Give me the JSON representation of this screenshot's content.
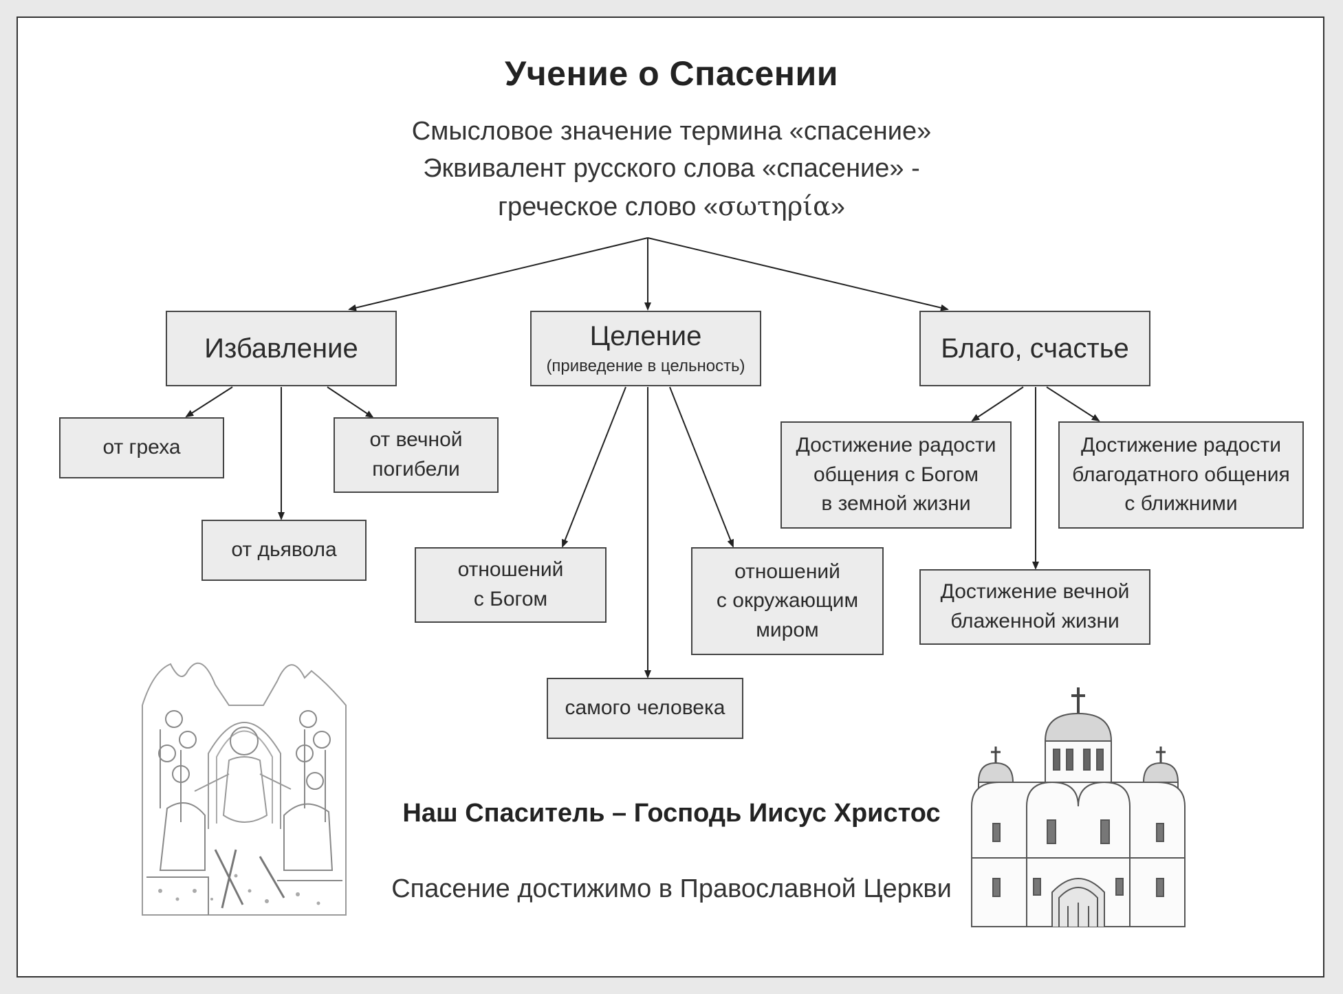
{
  "title": "Учение о Спасении",
  "subtitle_lines": [
    "Смысловое значение термина «спасение»",
    "Эквивалент русского слова «спасение» -"
  ],
  "subtitle_line3_prefix": "греческое слово «",
  "subtitle_greek": "σωτηρία",
  "subtitle_line3_suffix": "»",
  "categories": {
    "deliverance": {
      "label": "Избавление",
      "children": [
        "от греха",
        "от вечной погибели",
        "от дьявола"
      ]
    },
    "healing": {
      "label": "Целение",
      "note": "(приведение в цельность)",
      "children": [
        "отношений с Богом",
        "отношений с окружающим миром",
        "самого человека"
      ]
    },
    "good": {
      "label": "Благо, счастье",
      "children": [
        "Достижение радости общения с Богом в земной жизни",
        "Достижение радости благодатного общения с ближними",
        "Достижение вечной блаженной жизни"
      ]
    }
  },
  "boxes_text": {
    "from_sin": "от греха",
    "from_perdition": [
      "от вечной",
      "погибели"
    ],
    "from_devil": "от дьявола",
    "rel_god": [
      "отношений",
      "с Богом"
    ],
    "rel_world": [
      "отношений",
      "с окружающим",
      "миром"
    ],
    "self": "самого человека",
    "joy_god": [
      "Достижение радости",
      "общения с Богом",
      "в земной жизни"
    ],
    "joy_neighbors": [
      "Достижение радости",
      "благодатного общения",
      "с ближними"
    ],
    "eternal": [
      "Достижение вечной",
      "блаженной жизни"
    ]
  },
  "footer": {
    "savior": "Наш Спаситель – Господь Иисус Христос",
    "church": "Спасение достижимо в Православной Церкви"
  },
  "images": {
    "left": "resurrection-icon-drawing",
    "right": "orthodox-church-drawing"
  }
}
